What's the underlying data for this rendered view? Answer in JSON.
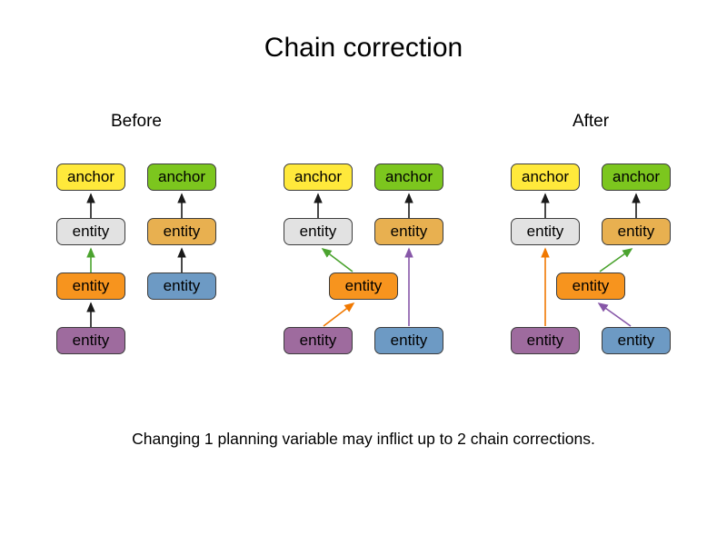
{
  "title": "Chain correction",
  "caption": "Changing 1 planning variable may inflict up to 2 chain corrections.",
  "node_labels": {
    "anchor": "anchor",
    "entity": "entity"
  },
  "colors": {
    "anchor_yellow": "#ffe93b",
    "anchor_green": "#7cc61e",
    "entity_gray": "#e2e2e2",
    "entity_tan": "#e8b050",
    "entity_orange": "#f7941e",
    "entity_purple": "#9e6b9e",
    "entity_blue": "#6d9ac4",
    "arrow_black": "#1a1a1a",
    "arrow_green": "#4ba32f",
    "arrow_orange": "#f07800",
    "arrow_purple": "#8757a8"
  },
  "diagram": {
    "before": {
      "label": "Before",
      "nodes": [
        {
          "label": "anchor",
          "color": "yellow"
        },
        {
          "label": "entity",
          "color": "gray"
        },
        {
          "label": "entity",
          "color": "orange"
        },
        {
          "label": "entity",
          "color": "purple"
        },
        {
          "label": "anchor",
          "color": "green"
        },
        {
          "label": "entity",
          "color": "tan"
        },
        {
          "label": "entity",
          "color": "blue"
        }
      ],
      "edges": [
        {
          "from": "entity-gray",
          "to": "anchor-yellow",
          "color": "black"
        },
        {
          "from": "entity-orange",
          "to": "entity-gray",
          "color": "green"
        },
        {
          "from": "entity-purple",
          "to": "entity-orange",
          "color": "black"
        },
        {
          "from": "entity-tan",
          "to": "anchor-green",
          "color": "black"
        },
        {
          "from": "entity-blue",
          "to": "entity-tan",
          "color": "black"
        }
      ]
    },
    "middle": {
      "nodes": [
        {
          "label": "anchor",
          "color": "yellow"
        },
        {
          "label": "entity",
          "color": "gray"
        },
        {
          "label": "entity",
          "color": "purple"
        },
        {
          "label": "anchor",
          "color": "green"
        },
        {
          "label": "entity",
          "color": "tan"
        },
        {
          "label": "entity",
          "color": "blue"
        },
        {
          "label": "entity",
          "color": "orange"
        }
      ],
      "edges": [
        {
          "from": "entity-gray",
          "to": "anchor-yellow",
          "color": "black"
        },
        {
          "from": "entity-tan",
          "to": "anchor-green",
          "color": "black"
        },
        {
          "from": "entity-purple",
          "to": "entity-orange",
          "color": "orange"
        },
        {
          "from": "entity-orange",
          "to": "entity-gray",
          "color": "green"
        },
        {
          "from": "entity-blue",
          "to": "entity-tan",
          "color": "purple"
        }
      ]
    },
    "after": {
      "label": "After",
      "nodes": [
        {
          "label": "anchor",
          "color": "yellow"
        },
        {
          "label": "entity",
          "color": "gray"
        },
        {
          "label": "entity",
          "color": "purple"
        },
        {
          "label": "anchor",
          "color": "green"
        },
        {
          "label": "entity",
          "color": "tan"
        },
        {
          "label": "entity",
          "color": "blue"
        },
        {
          "label": "entity",
          "color": "orange"
        }
      ],
      "edges": [
        {
          "from": "entity-gray",
          "to": "anchor-yellow",
          "color": "black"
        },
        {
          "from": "entity-tan",
          "to": "anchor-green",
          "color": "black"
        },
        {
          "from": "entity-purple",
          "to": "entity-gray",
          "color": "orange"
        },
        {
          "from": "entity-orange",
          "to": "entity-tan",
          "color": "green"
        },
        {
          "from": "entity-blue",
          "to": "entity-orange",
          "color": "purple"
        }
      ]
    }
  }
}
